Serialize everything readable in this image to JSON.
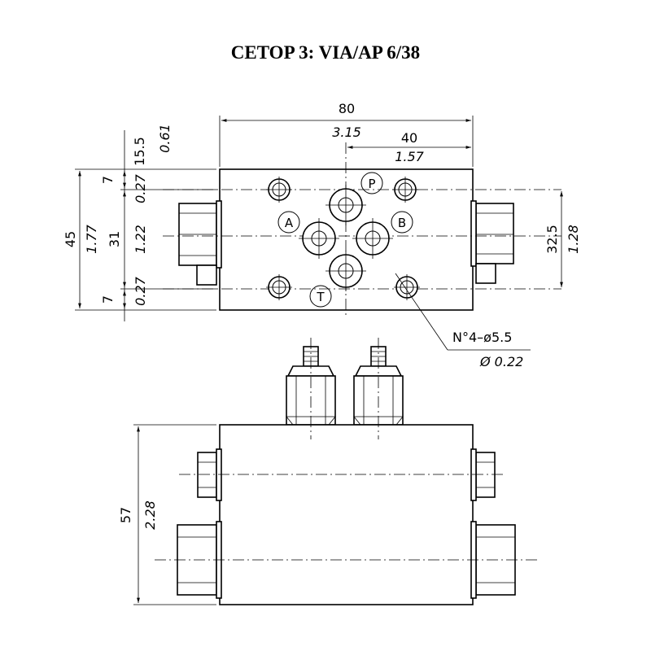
{
  "title": "CETOP 3: VIA/AP 6/38",
  "dims": {
    "width_mm": "80",
    "width_in": "3.15",
    "offset_mm": "40",
    "offset_in": "1.57",
    "top_mm": "15.5",
    "top_in": "0.61",
    "height_mm": "45",
    "height_in": "1.77",
    "edge_top_mm": "7",
    "edge_top_in": "0.27",
    "mid_mm": "31",
    "mid_in": "1.22",
    "edge_bot_mm": "7",
    "edge_bot_in": "0.27",
    "port_mm": "32.5",
    "port_in": "1.28",
    "holes_mm": "N°4–ø5.5",
    "holes_in": "Ø 0.22",
    "side_mm": "57",
    "side_in": "2.28"
  },
  "ports": {
    "p": "P",
    "a": "A",
    "b": "B",
    "t": "T"
  }
}
